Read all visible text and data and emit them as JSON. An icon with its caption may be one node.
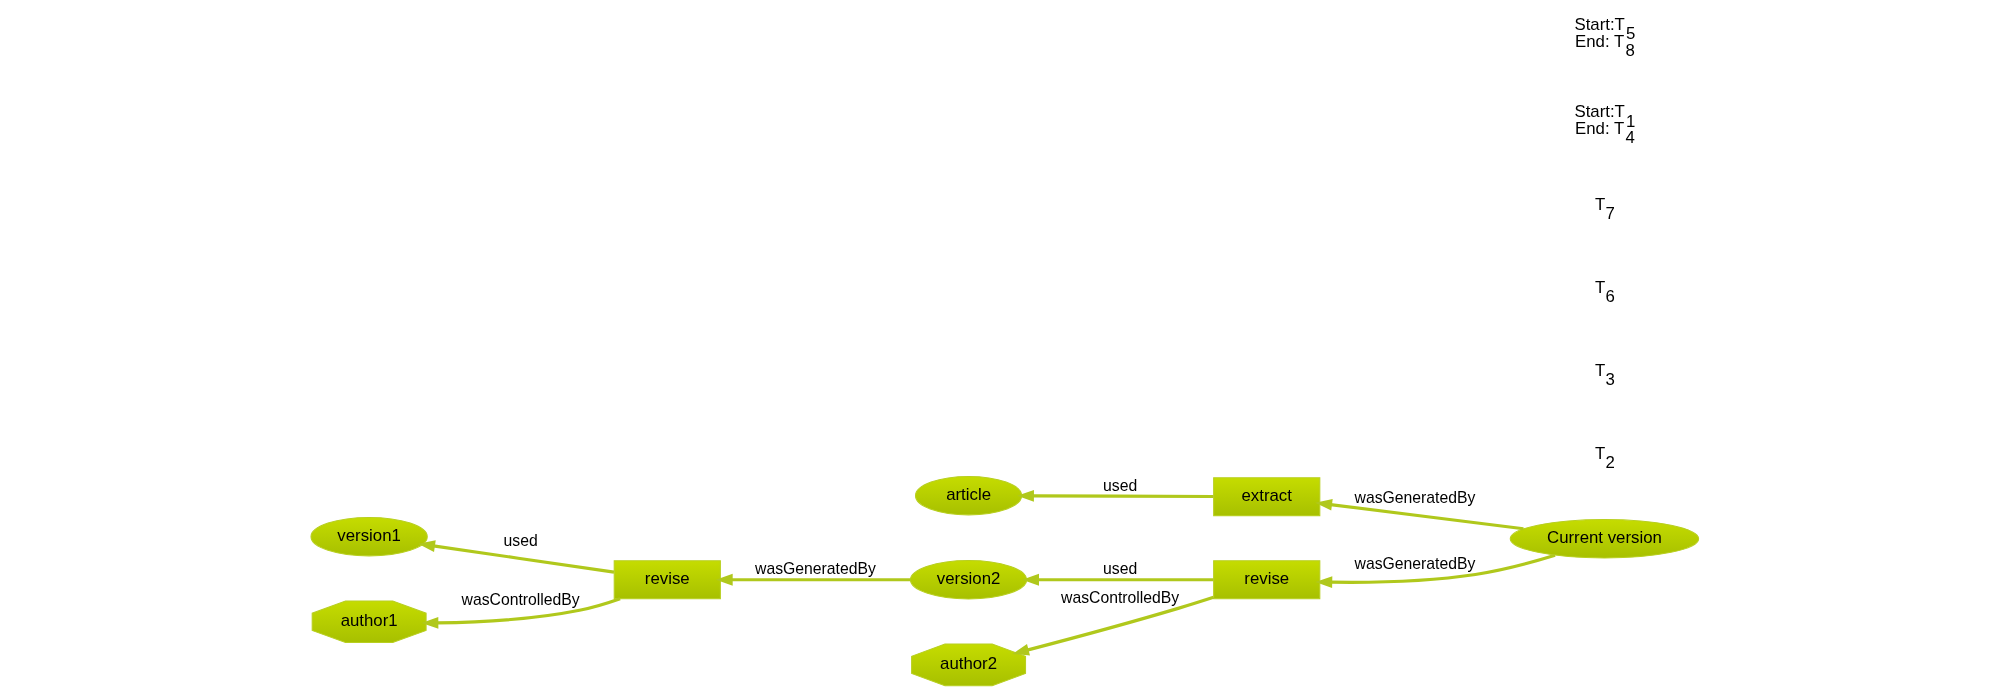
{
  "diagram": {
    "nodes": [
      {
        "text": [
          "article"
        ]
      },
      {
        "text": [
          "extract"
        ]
      },
      {
        "text": [
          "version1"
        ]
      },
      {
        "text": [
          "revise"
        ]
      },
      {
        "text": [
          "version2"
        ]
      },
      {
        "text": [
          "revise"
        ]
      },
      {
        "text": [
          "Current version"
        ]
      },
      {
        "text": [
          "author1"
        ]
      },
      {
        "text": [
          "author2"
        ]
      }
    ],
    "edges": [
      {
        "from": 1,
        "to": 0,
        "arrow": "to",
        "label": "used"
      },
      {
        "from": 6,
        "to": 1,
        "arrow": "to",
        "label": "wasGeneratedBy"
      },
      {
        "from": 3,
        "to": 2,
        "arrow": "to",
        "label": "used"
      },
      {
        "from": 4,
        "to": 3,
        "arrow": "to",
        "label": "wasGeneratedBy"
      },
      {
        "from": 5,
        "to": 4,
        "arrow": "to",
        "label": "used"
      },
      {
        "from": 6,
        "to": 5,
        "arrow": "to",
        "label": "wasGeneratedBy"
      },
      {
        "from": 3,
        "to": 7,
        "arrow": "to",
        "label": "wasControlledBy"
      },
      {
        "from": 5,
        "to": 8,
        "arrow": "to",
        "label": "wasControlledBy"
      }
    ],
    "labels": [
      "T$_{2}$",
      "T$_{3}$",
      "T$_{6}$",
      "T$_{7}$",
      "Start:T$_{1}$ End: T$_{4}$",
      "Start:T$_{5}$ End: T$_{8}$"
    ]
  }
}
